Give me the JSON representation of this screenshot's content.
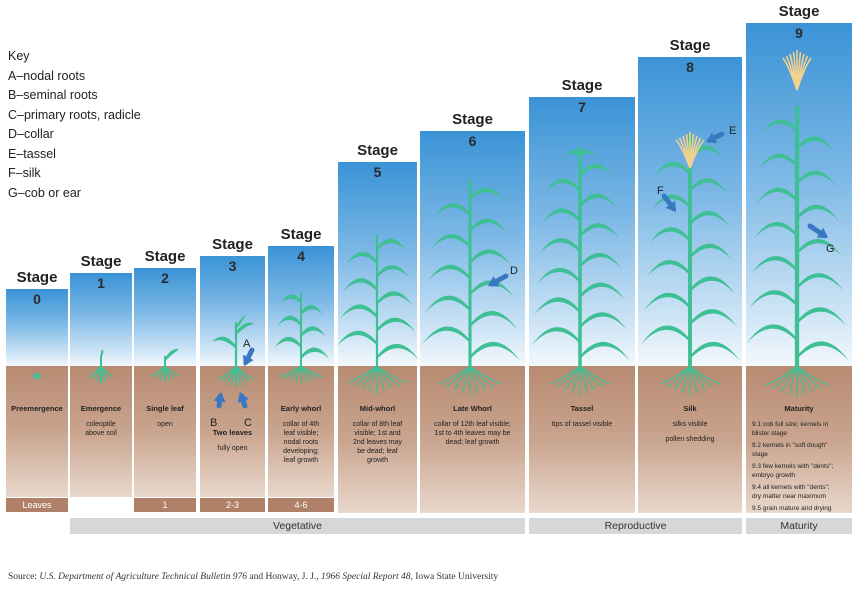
{
  "key": {
    "title": "Key",
    "items": [
      "A–nodal roots",
      "B–seminal roots",
      "C–primary roots, radicle",
      "D–collar",
      "E–tassel",
      "F–silk",
      "G–cob or ear"
    ]
  },
  "stage_word": "Stage",
  "stages": [
    {
      "num": "0",
      "name": "Preemergence",
      "desc": []
    },
    {
      "num": "1",
      "name": "Emergence",
      "desc": [
        "coleoptile",
        "above soil"
      ]
    },
    {
      "num": "2",
      "name": "Single leaf",
      "desc": [
        "open"
      ]
    },
    {
      "num": "3",
      "name": "Two leaves",
      "desc": [
        "fully open"
      ]
    },
    {
      "num": "4",
      "name": "Early whorl",
      "desc": [
        "collar of 4th",
        "leaf visible;",
        "nodal roots",
        "developing;",
        "leaf growth"
      ]
    },
    {
      "num": "5",
      "name": "Mid-whorl",
      "desc": [
        "collar of 8th leaf",
        "visible; 1st and",
        "2nd leaves may",
        "be dead; leaf",
        "growth"
      ]
    },
    {
      "num": "6",
      "name": "Late Whorl",
      "desc": [
        "collar of 12th leaf visible;",
        "1st to 4th leaves may be",
        "dead; leaf growth"
      ]
    },
    {
      "num": "7",
      "name": "Tassel",
      "desc": [
        "tips of tassel visible"
      ]
    },
    {
      "num": "8",
      "name": "Silk",
      "desc": [
        "silks visible",
        "",
        "pollen shedding"
      ]
    },
    {
      "num": "9",
      "name": "Maturity",
      "desc": []
    }
  ],
  "maturity_notes": [
    "9.1 cob full size; kernels in",
    "blister stage",
    "9.2 kernels in \"soft dough\"",
    "stage",
    "9.3 few kernels with \"dents\";",
    "embryo growth",
    "9.4 all kernels with \"dents\";",
    "dry matter near maximum",
    "9.5 grain mature and drying"
  ],
  "leaves": {
    "title": "Leaves",
    "s2": "1",
    "s3": "2-3",
    "s4": "4-6"
  },
  "callouts": {
    "A": "A",
    "B": "B",
    "C": "C",
    "D": "D",
    "E": "E",
    "F": "F",
    "G": "G"
  },
  "phases": {
    "vegetative": "Vegetative",
    "reproductive": "Reproductive",
    "maturity": "Maturity"
  },
  "source": {
    "prefix": "Source: ",
    "pub1": "U.S. Department of Agriculture Technical Bulletin 976",
    "mid": " and Honway, J. J., ",
    "pub2": "1966 Special Report 48",
    "suffix": ", Iowa State University"
  },
  "colors": {
    "plant": "#3fbf94",
    "arrow": "#3a78c2",
    "sky_top": "#3a93d6",
    "soil": "#b88b72",
    "leaf_box": "#b08068",
    "phase_bar": "#d6d7d9"
  }
}
